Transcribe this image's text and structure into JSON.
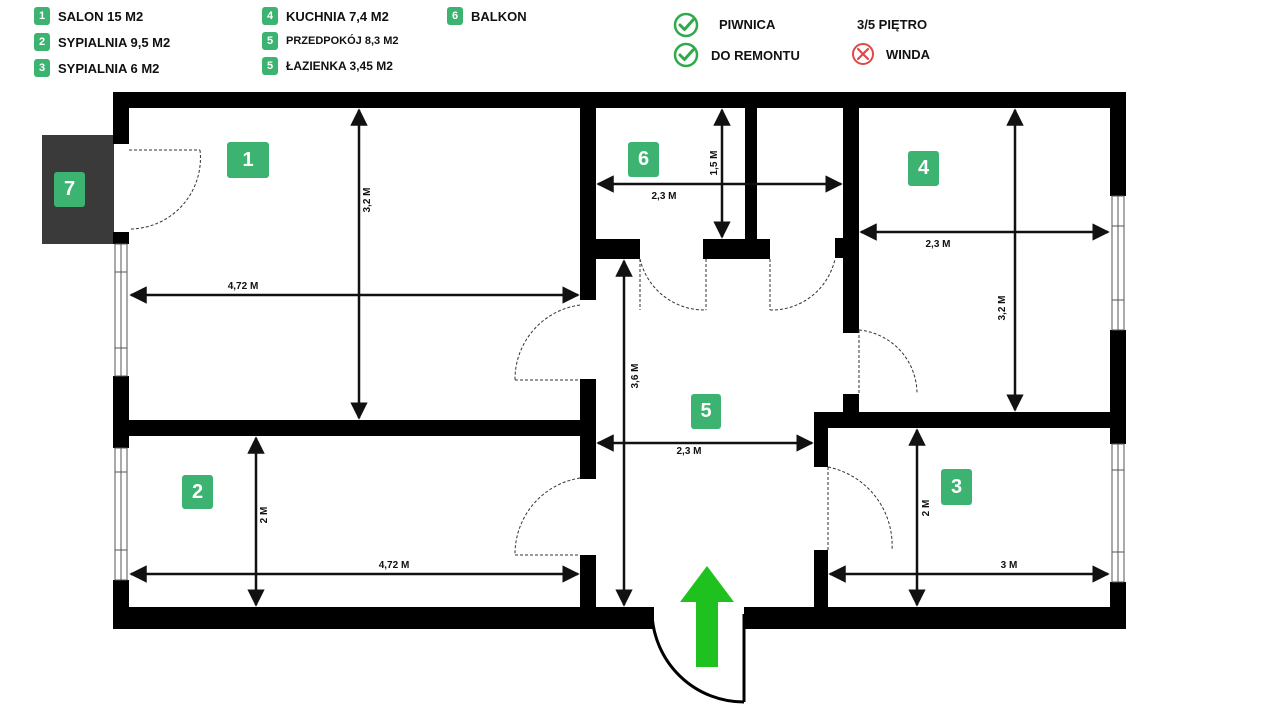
{
  "legend": [
    {
      "num": "1",
      "label": "SALON 15 M2"
    },
    {
      "num": "2",
      "label": "SYPIALNIA 9,5 M2"
    },
    {
      "num": "3",
      "label": "SYPIALNIA 6  M2"
    },
    {
      "num": "4",
      "label": "KUCHNIA 7,4 M2"
    },
    {
      "num": "5",
      "label": "PRZEDPOKÓJ 8,3 M2"
    },
    {
      "num": "5",
      "label": "ŁAZIENKA 3,45 M2"
    },
    {
      "num": "6",
      "label": "BALKON"
    }
  ],
  "features": [
    {
      "label": "PIWNICA",
      "status": "yes",
      "icon": "check-icon"
    },
    {
      "label": "DO REMONTU",
      "status": "yes",
      "icon": "check-icon"
    },
    {
      "label": "WINDA",
      "status": "no",
      "icon": "cross-icon"
    }
  ],
  "floor": "3/5 PIĘTRO",
  "rooms": {
    "r1": "1",
    "r2": "2",
    "r3": "3",
    "r4": "4",
    "r5": "5",
    "r6": "6",
    "r7": "7"
  },
  "dimensions": {
    "salon_width": "4,72 M",
    "salon_height": "3,2 M",
    "bedroom2_width": "4,72 M",
    "bedroom2_height": "2 M",
    "bath_width": "2,3 M",
    "bath_height": "1,5 M",
    "kitchen_width": "2,3 M",
    "kitchen_height": "3,2 M",
    "hall_width": "2,3 M",
    "hall_height": "3,6 M",
    "bedroom3_width": "3 M",
    "bedroom3_height": "2 M"
  },
  "colors": {
    "badge": "#3cb371",
    "wall": "#000000",
    "arrow": "#1fc11f",
    "check": "#2eaa4a",
    "cross": "#e04848",
    "balcony": "#3a3a3a"
  }
}
